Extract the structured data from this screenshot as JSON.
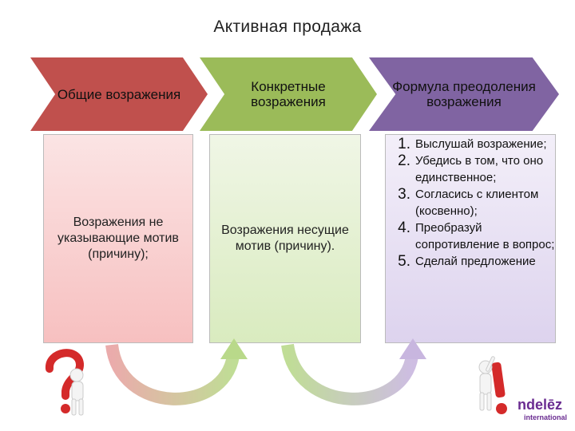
{
  "title": "Активная продажа",
  "columns": [
    {
      "header": "Общие возражения",
      "body": "Возражения не указывающие мотив (причину);",
      "color": "#c0504d"
    },
    {
      "header": "Конкретные возражения",
      "body": "Возражения несущие мотив (причину).",
      "color": "#9bbb59"
    },
    {
      "header": "Формула преодоления возражения",
      "color": "#8064a2"
    }
  ],
  "steps": [
    {
      "num": "1.",
      "text": "Выслушай возражение;"
    },
    {
      "num": "2.",
      "text": "Убедись в том, что оно единственное;"
    },
    {
      "num": "3.",
      "text": "Согласись с клиентом (косвенно);"
    },
    {
      "num": "4.",
      "text": "Преобразуй сопротивление в вопрос;"
    },
    {
      "num": "5.",
      "text": "Сделай предложение"
    }
  ],
  "logo": {
    "text": "ndelēz",
    "subtext": "international"
  },
  "icons": [
    "question-mark-figure",
    "exclamation-mark-figure",
    "curved-arrow-right",
    "curved-arrow-right"
  ]
}
